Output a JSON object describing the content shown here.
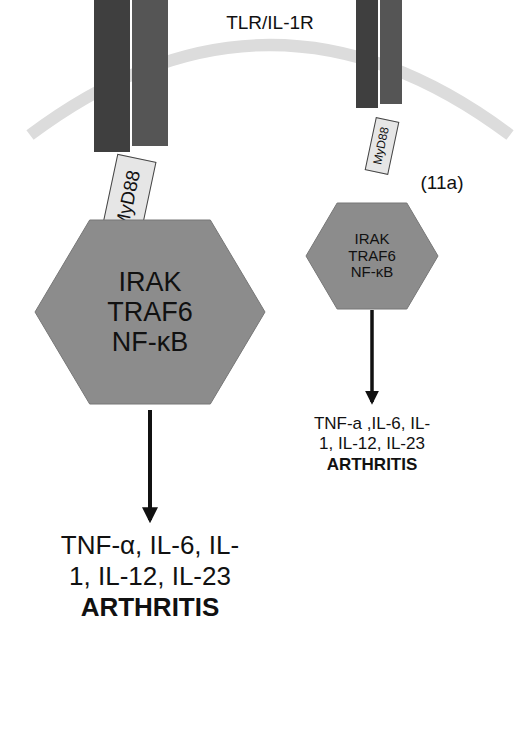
{
  "diagram": {
    "nodes": [
      {
        "text": [
          "MyD88"
        ]
      },
      {
        "text": [
          "IRAK TRAF6 NF-κB"
        ]
      },
      {
        "text": [
          "MyD88"
        ]
      },
      {
        "text": [
          "IRAK TRAF6 NF-κB"
        ]
      }
    ],
    "labels": [
      "TLR/IL-1R",
      "(11a)",
      "TNF-α, IL-6, IL-1, IL-12, IL-23",
      "ARTHRITIS",
      "TNF-a ,IL-6, IL-1, IL-12, IL-23",
      "ARTHRITIS"
    ]
  }
}
